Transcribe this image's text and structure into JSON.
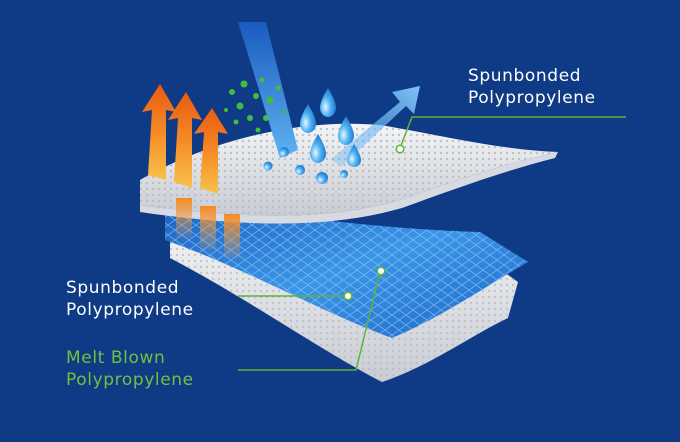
{
  "labels": {
    "top": {
      "line1": "Spunbonded",
      "line2": "Polypropylene"
    },
    "left": {
      "line1": "Spunbonded",
      "line2": "Polypropylene"
    },
    "melt": {
      "line1": "Melt Blown",
      "line2": "Polypropylene"
    }
  },
  "colors": {
    "background": "#0f3a86",
    "spunbond": "#e9ebef",
    "meltblown": "#2f7fd8",
    "accent_green": "#6fc23f",
    "leader_green": "#5fb23a",
    "arrow_orange": "#f07a1e",
    "water": "#3aa3ef"
  },
  "icons": [
    "heat-arrow-icon",
    "water-drop-icon",
    "particle-icon",
    "incoming-stream-icon",
    "outgoing-stream-icon"
  ]
}
